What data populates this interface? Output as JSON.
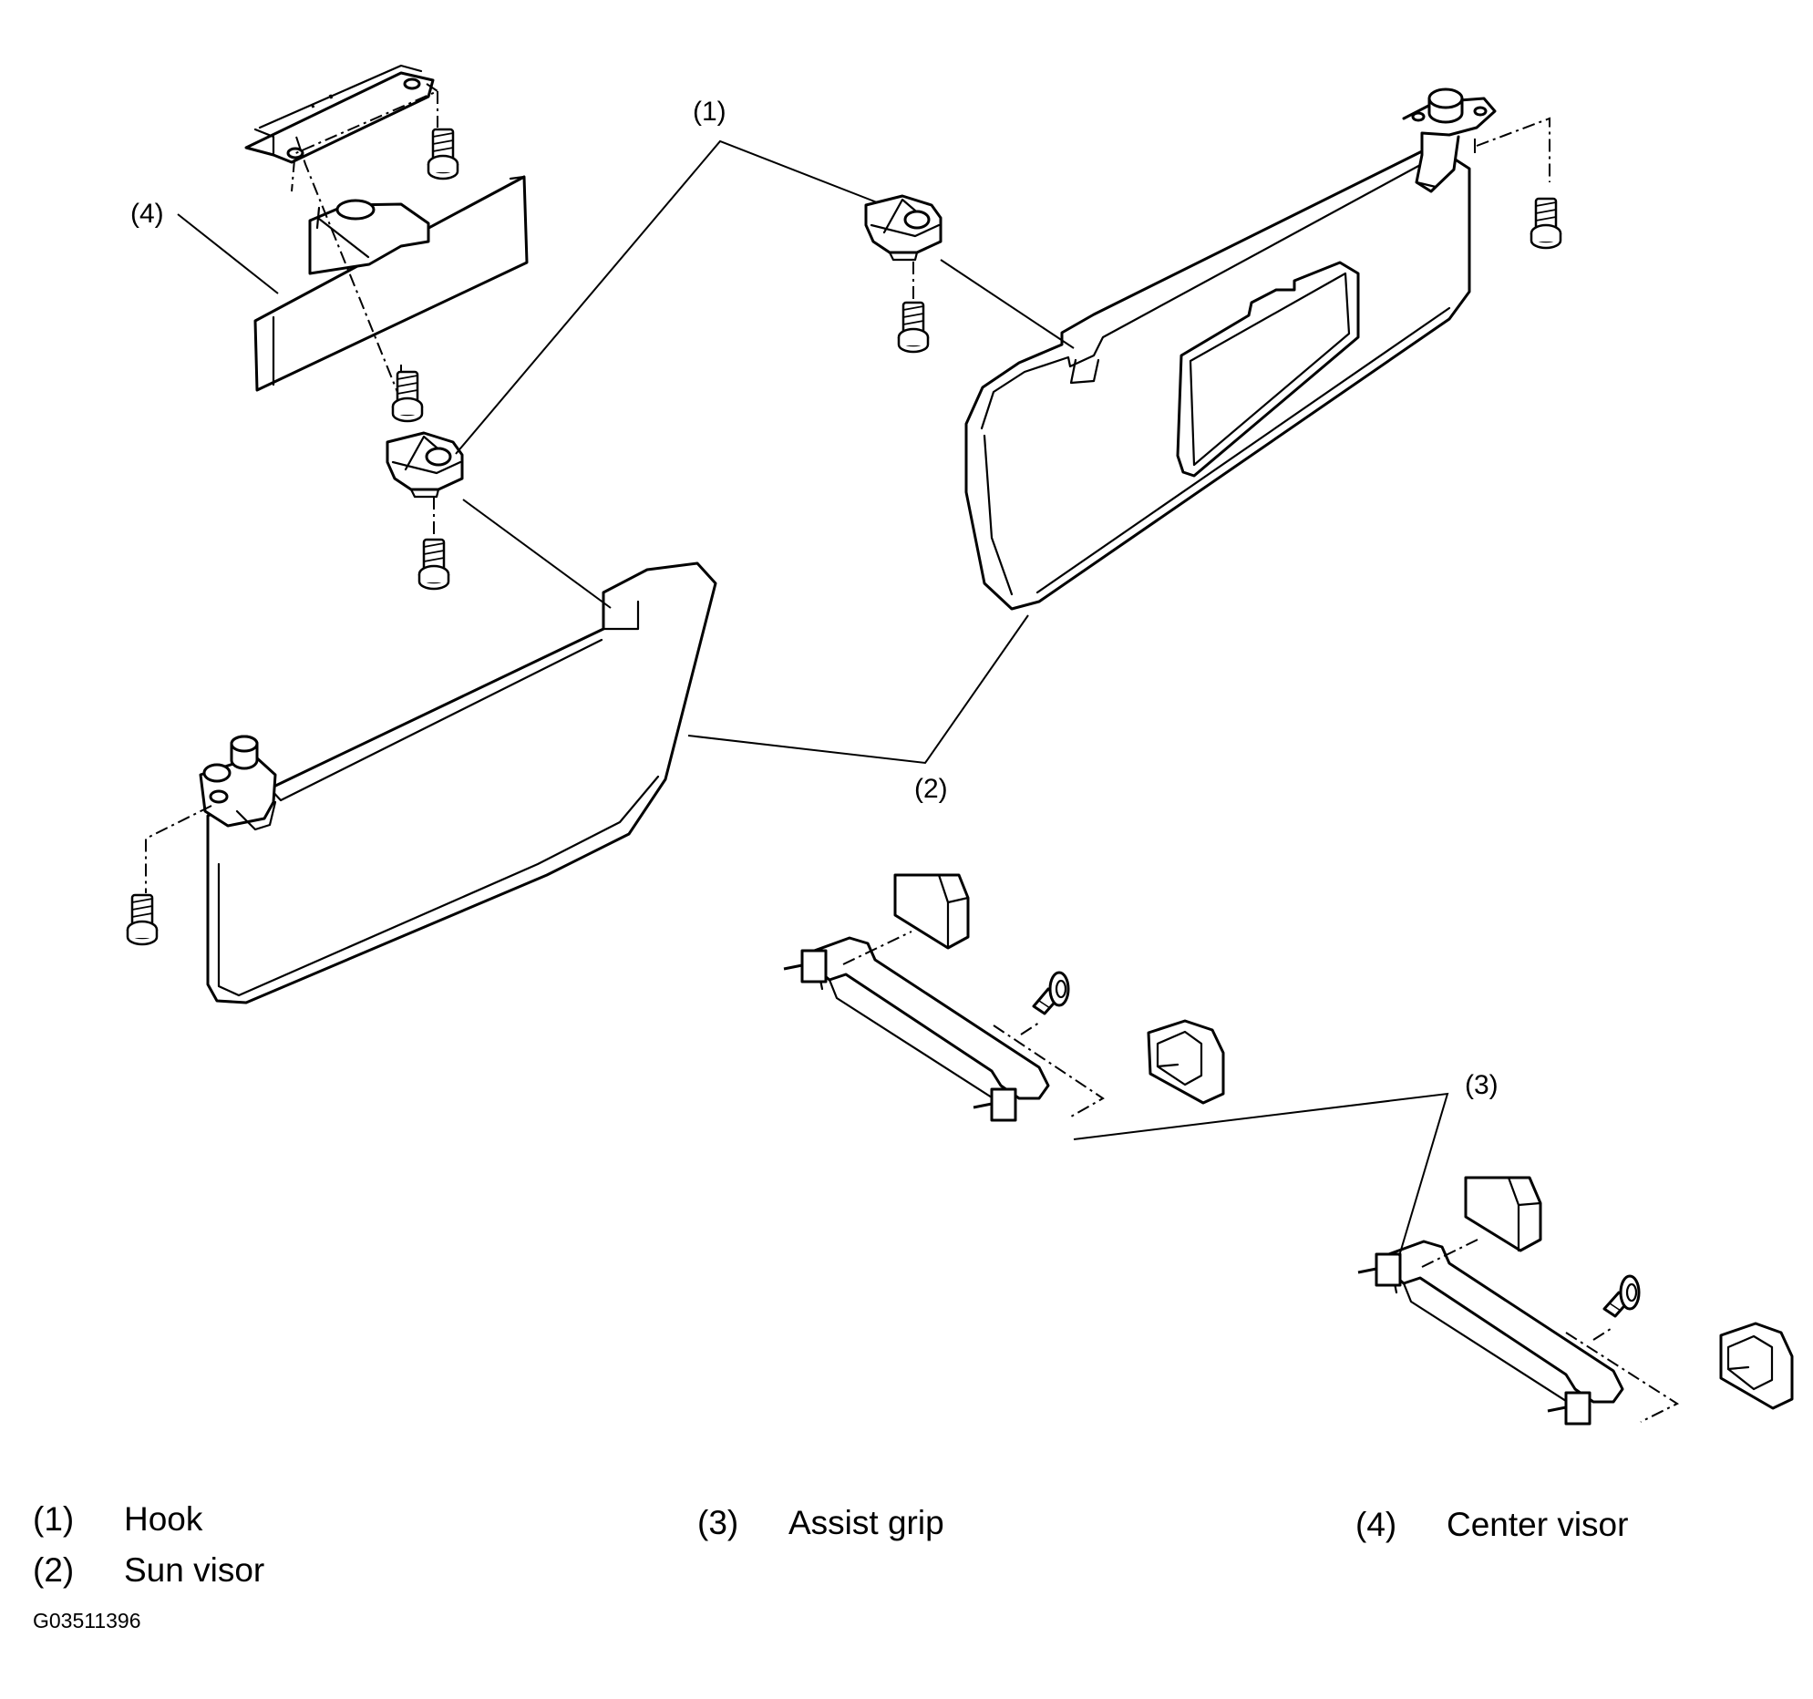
{
  "callouts": {
    "hook": "(1)",
    "sun_visor": "(2)",
    "assist_grip": "(3)",
    "center_visor": "(4)"
  },
  "legend": [
    {
      "num": "(1)",
      "label": "Hook"
    },
    {
      "num": "(2)",
      "label": "Sun visor"
    },
    {
      "num": "(3)",
      "label": "Assist grip"
    },
    {
      "num": "(4)",
      "label": "Center visor"
    }
  ],
  "figure_id": "G03511396",
  "icons": {
    "part_drawing": "exploded-line-art",
    "screw": "screw-icon"
  },
  "colors": {
    "line": "#000000",
    "background": "#ffffff"
  }
}
